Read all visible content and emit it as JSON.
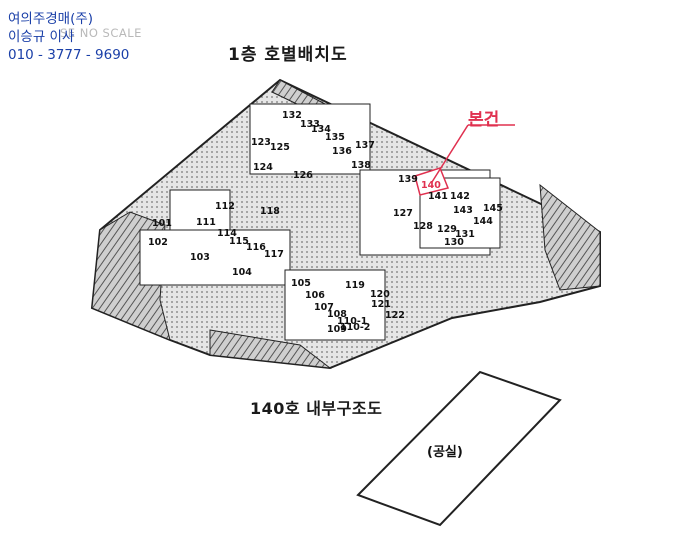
{
  "contact": {
    "company": "여의주경매(주)",
    "person": "이승규 이사",
    "phone": "010 - 3777 - 9690"
  },
  "scale_note": "SE NO SCALE",
  "title": "1층  호별배치도",
  "subtitle": "140호 내부구조도",
  "marker_label": "본건",
  "highlight_unit": "140",
  "vacant_label": "(공실)",
  "colors": {
    "contact": "#1a3fa8",
    "highlight": "#e0304f"
  },
  "units": [
    "101",
    "102",
    "103",
    "104",
    "105",
    "106",
    "107",
    "108",
    "109",
    "110-1",
    "110-2",
    "111",
    "112",
    "114",
    "115",
    "116",
    "117",
    "118",
    "119",
    "120",
    "121",
    "122",
    "123",
    "124",
    "125",
    "126",
    "127",
    "128",
    "129",
    "130",
    "131",
    "132",
    "133",
    "134",
    "135",
    "136",
    "137",
    "138",
    "139",
    "140",
    "141",
    "142",
    "143",
    "144",
    "145"
  ]
}
